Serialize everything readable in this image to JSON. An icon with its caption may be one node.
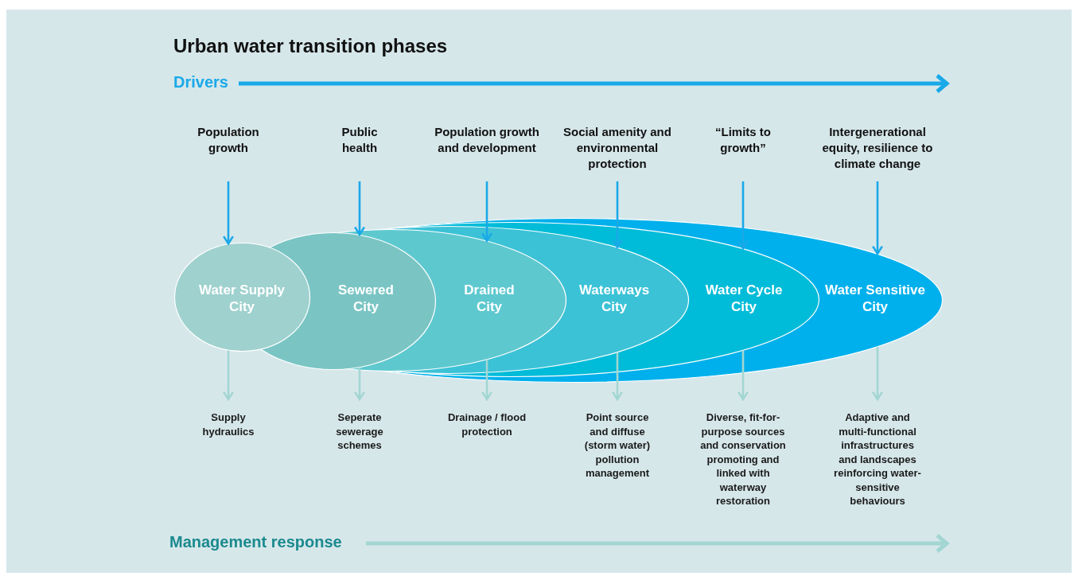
{
  "diagram": {
    "title": "Urban water transition phases",
    "nodes": [
      {
        "text": [
          "Population growth"
        ]
      },
      {
        "text": [
          "Public health"
        ]
      },
      {
        "text": [
          "Population growth and development"
        ]
      },
      {
        "text": [
          "Social amenity and environmental protection"
        ]
      },
      {
        "text": [
          "“Limits to growth”"
        ]
      },
      {
        "text": [
          "Intergenerational equity, resilience to climate change"
        ]
      },
      {
        "text": [
          "Water Supply City"
        ]
      },
      {
        "text": [
          "Sewered City"
        ],
        "in": 8
      },
      {
        "text": [
          "Drained City"
        ],
        "in": 9
      },
      {
        "text": [
          "Waterways City"
        ],
        "in": 10
      },
      {
        "text": [
          "Water Cycle City"
        ],
        "in": 11
      },
      {
        "text": [
          "Water Sensitive City"
        ]
      },
      {
        "text": [
          "Supply hydraulics"
        ]
      },
      {
        "text": [
          "Seperate sewerage schemes"
        ]
      },
      {
        "text": [
          "Drainage / flood protection"
        ]
      },
      {
        "text": [
          "Point source and diffuse (storm water) pollution management"
        ]
      },
      {
        "text": [
          "Diverse, fit-for-purpose sources and conservation promoting and linked with waterway restoration"
        ]
      },
      {
        "text": [
          "Adaptive and multi-functional infrastructures and landscapes reinforcing water-sensitive behaviours"
        ]
      }
    ],
    "edges": [
      {
        "from": 0,
        "to": 6,
        "arrow": "to"
      },
      {
        "from": 1,
        "to": 7,
        "arrow": "to"
      },
      {
        "from": 2,
        "to": 8,
        "arrow": "to"
      },
      {
        "from": 3,
        "to": 9,
        "arrow": "to"
      },
      {
        "from": 4,
        "to": 10,
        "arrow": "to"
      },
      {
        "from": 5,
        "to": 11,
        "arrow": "to"
      },
      {
        "from": 6,
        "to": 12,
        "arrow": "to",
        "color": "#a3d6d2"
      },
      {
        "from": 7,
        "to": 13,
        "arrow": "to",
        "color": "#a3d6d2"
      },
      {
        "from": 8,
        "to": 14,
        "arrow": "to",
        "color": "#a3d6d2"
      },
      {
        "from": 9,
        "to": 15,
        "arrow": "to",
        "color": "#a3d6d2"
      },
      {
        "from": 10,
        "to": 16,
        "arrow": "to",
        "color": "#a3d6d2"
      },
      {
        "from": 11,
        "to": 17,
        "arrow": "to",
        "color": "#a3d6d2"
      }
    ],
    "labels": [
      "Drivers",
      "Management response"
    ]
  }
}
